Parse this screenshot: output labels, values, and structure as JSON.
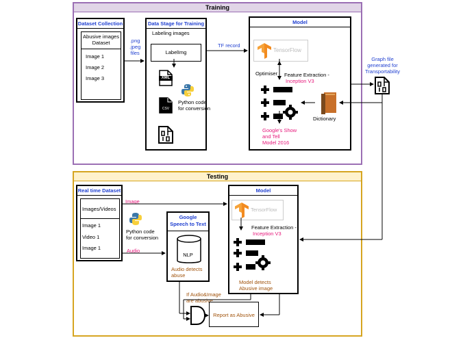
{
  "training": {
    "title": "Training",
    "dataset": {
      "title": "Dataset Collection",
      "header_text": "Abusive images Dataset",
      "items": [
        "Image 1",
        "Image 2",
        "Image 3"
      ]
    },
    "png_label": ".png\n.jpeg\nfiles",
    "stage": {
      "title": "Data Stage for Training",
      "labeling": "Labeling images",
      "tool": "LabelImg",
      "xml_label": "XML",
      "csv_label": "CSV",
      "python_label": "Python code\nfor conversion"
    },
    "tf_record": "TF record",
    "model": {
      "title": "Model",
      "tensorflow": "TensorFlow",
      "optimiser": "Optimiser",
      "feature_extraction": "Feature Extraction -",
      "inception": "Inception V3",
      "dictionary": "Dictionary",
      "show_tell": "Google's Show\nand Tell\nModel 2016"
    },
    "graph_file": "Graph file\ngenerated for\nTransportability"
  },
  "testing": {
    "title": "Testing",
    "realtime": {
      "title": "Real time Dataset",
      "header_text": "Images/Videos",
      "items": [
        "Image 1",
        "Video 1",
        "Image 1"
      ]
    },
    "image_label": "Image",
    "audio_label": "Audio",
    "python_label": "Python code\nfor conversion",
    "speech": {
      "title": "Google\nSpeech to Text",
      "nlp": "NLP",
      "detects": "Audio detects\nabuse"
    },
    "model": {
      "title": "Model",
      "tensorflow": "TensorFlow",
      "feature_extraction": "Feature Extraction -",
      "inception": "Inception V3",
      "detects": "Model detects\nAbusive image"
    },
    "condition": "If Audio&Image\nare abusive",
    "report": "Report as Abusive"
  },
  "colors": {
    "training_border": "#9b6fb4",
    "training_title_bg": "#e1d5e7",
    "testing_border": "#d6a520",
    "testing_title_bg": "#fff2cc",
    "blue_text": "#1f3fd0",
    "pink_text": "#e6177a",
    "brown_text": "#a0520a",
    "tensorflow_orange": "#f28b20"
  }
}
